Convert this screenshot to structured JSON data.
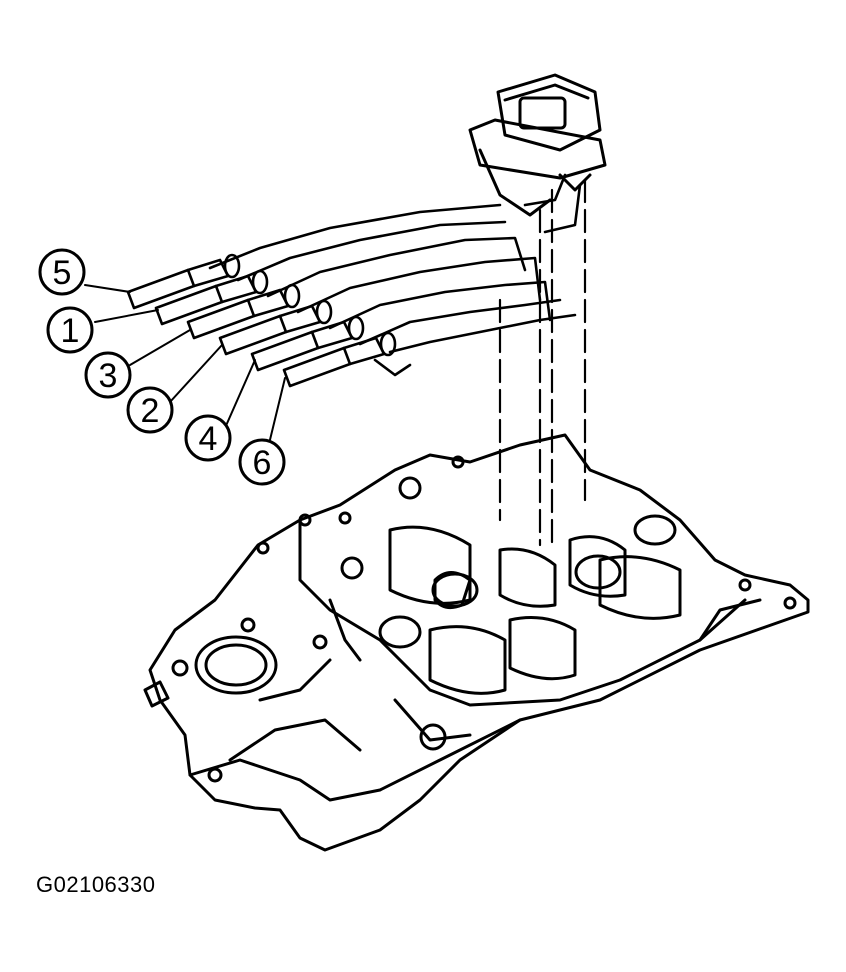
{
  "diagram": {
    "callouts": [
      {
        "id": "5",
        "label": "5"
      },
      {
        "id": "1",
        "label": "1"
      },
      {
        "id": "3",
        "label": "3"
      },
      {
        "id": "2",
        "label": "2"
      },
      {
        "id": "4",
        "label": "4"
      },
      {
        "id": "6",
        "label": "6"
      }
    ],
    "figure_code": "G02106330"
  }
}
